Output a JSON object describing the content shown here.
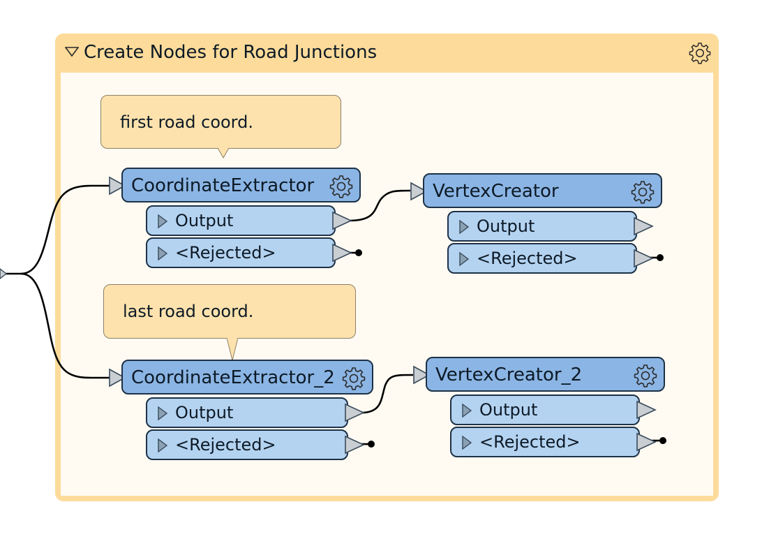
{
  "bookmark": {
    "title": "Create Nodes for Road Junctions"
  },
  "annotations": [
    {
      "text": "first road coord."
    },
    {
      "text": "last road coord."
    }
  ],
  "transformers": [
    {
      "name": "CoordinateExtractor",
      "ports": [
        "Output",
        "<Rejected>"
      ]
    },
    {
      "name": "VertexCreator",
      "ports": [
        "Output",
        "<Rejected>"
      ]
    },
    {
      "name": "CoordinateExtractor_2",
      "ports": [
        "Output",
        "<Rejected>"
      ]
    },
    {
      "name": "VertexCreator_2",
      "ports": [
        "Output",
        "<Rejected>"
      ]
    }
  ],
  "colors": {
    "bookmark": "#fddb9a",
    "bookmark_body": "#fffbf3",
    "annotation": "#fde2ad",
    "transformer_header": "#8bb5e4",
    "transformer_port": "#b4d3f1",
    "outline": "#1d3146"
  },
  "icons": [
    "collapse-triangle-icon",
    "gear-icon",
    "input-port-arrow-icon",
    "output-port-arrow-icon",
    "port-expand-triangle-icon"
  ]
}
